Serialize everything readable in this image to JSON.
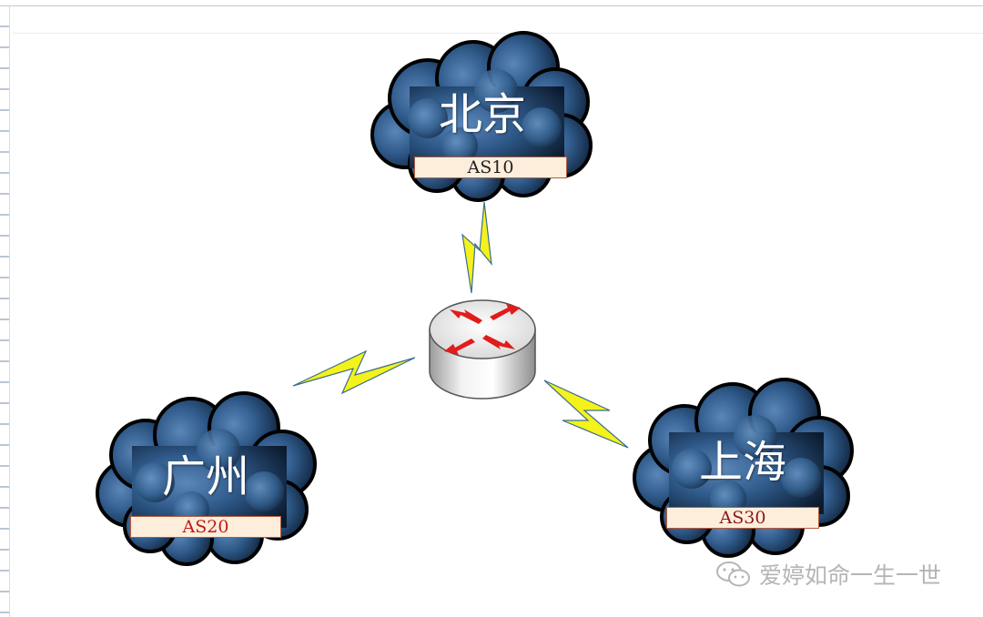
{
  "nodes": [
    {
      "name": "北京",
      "as": "AS10"
    },
    {
      "name": "广州",
      "as": "AS20"
    },
    {
      "name": "上海",
      "as": "AS30"
    }
  ],
  "colors": {
    "cloud_dark": "#0b1a2e",
    "cloud_light": "#5a86b8",
    "lightning": "#f4f21a",
    "router_arrow": "#e21b1b",
    "as_box_fill": "#fdeedb",
    "as_box_border": "#b55a3c"
  },
  "watermark": "爱婷如命一生一世",
  "icons": {
    "router": "router-icon",
    "link": "lightning-icon",
    "watermark": "wechat-icon"
  }
}
